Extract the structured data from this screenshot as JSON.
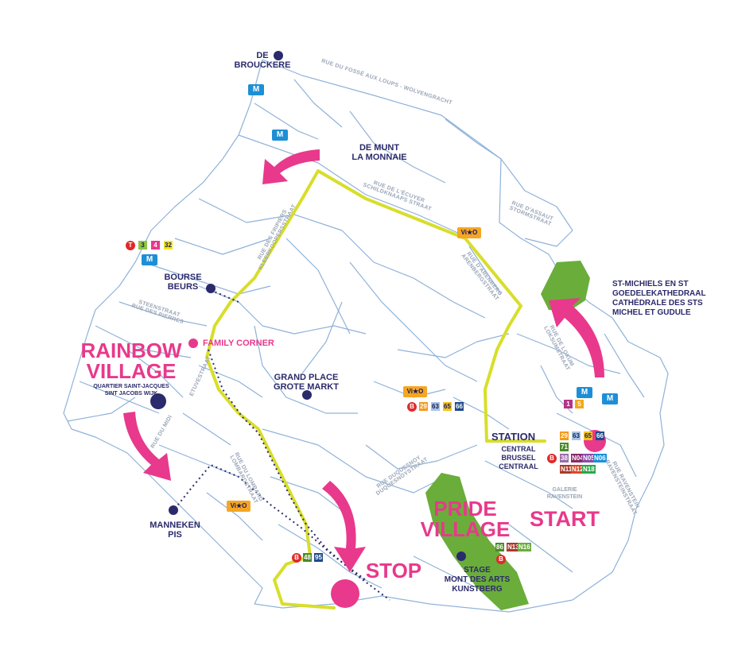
{
  "places": {
    "de_brouckere": "DE\nBROUCKERE",
    "de_munt": "DE MUNT\nLA MONNAIE",
    "bourse": "BOURSE\nBEURS",
    "family_corner": "FAMILY CORNER",
    "grand_place": "GRAND PLACE\nGROTE MARKT",
    "station": "STATION",
    "station_sub": "CENTRAL\nBRUSSEL\nCENTRAAL",
    "manneken": "MANNEKEN\nPIS",
    "stage": "STAGE\nMONT DES ARTS\nKUNSTBERG",
    "cathedral": "ST-MICHIELS EN ST\nGOEDELEKATHEDRAAL\nCATHÉDRALE DES STS\nMICHEL ET GUDULE",
    "galerie": "GALERIE\nRAVENSTEIN"
  },
  "villages": {
    "rainbow_title": "RAINBOW\nVILLAGE",
    "rainbow_sub": "QUARTIER SAINT-JACQUES\nSINT JACOBS WIJK",
    "pride_title": "PRIDE\nVILLAGE",
    "start": "START",
    "stop": "STOP"
  },
  "streets": {
    "fosse": "RUE DU FOSSÉ AUX LOUPS - WOLVENGRACHT",
    "ecuyer": "RUE DE L'ÉCUYER\nSCHILDKNAAPS STRAAT",
    "assaut": "RUE D'ASSAUT\nSTORMSTRAAT",
    "arenberg": "RUE D'ARENBERG\nARENBERGSTRAAT",
    "fripiers": "RUE DES FRIPIERS\nKLEERKOOPERSSTRAAT",
    "steenstraat": "STEENSTRAAT\nRUE DES PIERRES",
    "etuve": "ETUVESTRAAT",
    "midi": "RUE DU MIDI",
    "lombard": "RUE DU LOMBARD\nLOMBARDSTRAAT",
    "duquesnoy": "RUE DUQUESNOY\nDUQUESNOYSTRAAT",
    "loxum": "RUE DE LOXUM\nLOKSUMSTRAAT",
    "ravenstein": "RUE RAVENSTEIN\nRAVENSTEINSTRAAT"
  },
  "transit": {
    "metro_label": "M",
    "tram_label": "T",
    "bus_label": "B",
    "villo_label": "Vi★O",
    "tram_lines": [
      "3",
      "4",
      "32"
    ],
    "central_metro_lines": [
      "1",
      "5"
    ],
    "arenberg_buses": [
      "29",
      "63",
      "65",
      "66"
    ],
    "station_buses_row1": [
      "29",
      "63",
      "65",
      "66"
    ],
    "station_buses_row2": [
      "71"
    ],
    "station_buses_row3": [
      "38",
      "N04",
      "N05",
      "N06"
    ],
    "station_buses_row4": [
      "N11",
      "N12",
      "N18"
    ],
    "stop_buses": [
      "48",
      "95"
    ],
    "stage_buses": [
      "86",
      "N13",
      "N16"
    ]
  },
  "colors": {
    "route": "#d8de2a",
    "pink": "#e8398c",
    "navy": "#2b2a6b",
    "street_line": "#8fb2d9",
    "park": "#6aad3a",
    "metro": "#1d8fd6"
  }
}
